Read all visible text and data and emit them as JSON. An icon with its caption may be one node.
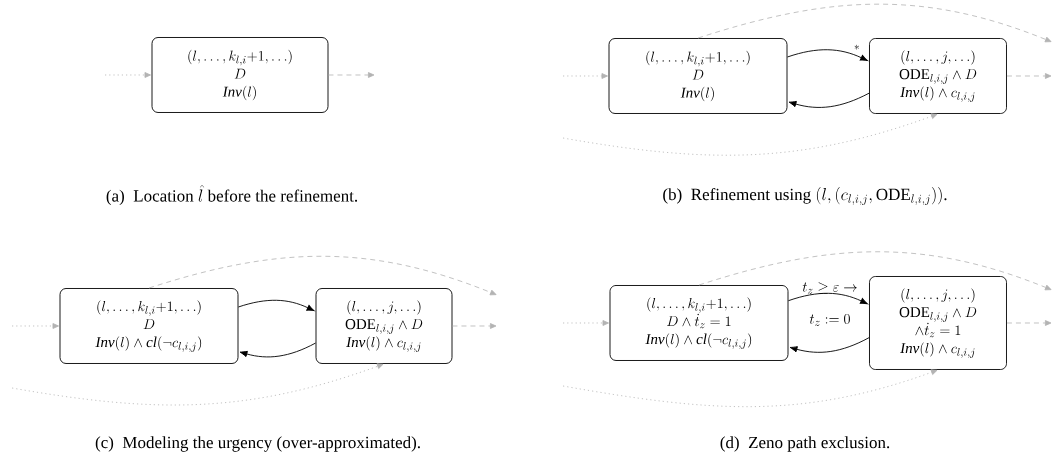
{
  "diagram": {
    "nodes": [
      {
        "text": [
          "(l,\\ldots,k_{l,i}{+}1,\\ldots)",
          "D",
          "\\mathit{Inv}(l)"
        ]
      },
      {
        "text": [
          "(l,\\ldots,k_{l,i}{+}1,\\ldots)",
          "D",
          "\\mathit{Inv}(l)"
        ]
      },
      {
        "text": [
          "(l,\\ldots,j,\\ldots)",
          "\\mathrm{ODE}_{l,i,j}\\wedge D",
          "\\mathit{Inv}(l)\\wedge c_{l,i,j}"
        ]
      },
      {
        "text": [
          "(l,\\ldots,k_{l,i}{+}1,\\ldots)",
          "D",
          "\\mathit{Inv}(l)\\wedge \\mathit{cl}(\\neg c_{l,i,j})"
        ]
      },
      {
        "text": [
          "(l,\\ldots,j,\\ldots)",
          "\\mathrm{ODE}_{l,i,j}\\wedge D",
          "\\mathit{Inv}(l)\\wedge c_{l,i,j}"
        ]
      },
      {
        "text": [
          "(l,\\ldots,k_{l,i}{+}1,\\ldots)",
          "D\\wedge\\dot{t}_z=1",
          "\\mathit{Inv}(l)\\wedge \\mathit{cl}(\\neg c_{l,i,j})"
        ]
      },
      {
        "text": [
          "(l,\\ldots,j,\\ldots)",
          "\\mathrm{ODE}_{l,i,j}\\wedge D",
          "\\wedge\\dot{t}_z=1",
          "\\mathit{Inv}(l)\\wedge c_{l,i,j}"
        ]
      }
    ],
    "edges": [
      {
        "from": null,
        "to": 0,
        "arrow": "to",
        "style": "dashed",
        "color": "#b3b3b3"
      },
      {
        "from": 0,
        "to": null,
        "arrow": "to",
        "style": "dashed",
        "color": "#b3b3b3"
      },
      {
        "from": null,
        "to": 1,
        "arrow": "to",
        "style": "dashed",
        "color": "#b3b3b3"
      },
      {
        "from": 1,
        "to": 2,
        "arrow": "to",
        "label": "^{*}",
        "color": "#000000"
      },
      {
        "from": 2,
        "to": 1,
        "arrow": "to",
        "color": "#000000"
      },
      {
        "from": 2,
        "to": null,
        "arrow": "to",
        "style": "dashed",
        "color": "#b3b3b3"
      },
      {
        "from": 1,
        "to": null,
        "arrow": "to",
        "style": "dashed",
        "color": "#b3b3b3"
      },
      {
        "from": null,
        "to": 2,
        "arrow": "to",
        "style": "dashed",
        "color": "#b3b3b3"
      },
      {
        "from": null,
        "to": 3,
        "arrow": "to",
        "style": "dashed",
        "color": "#b3b3b3"
      },
      {
        "from": 3,
        "to": 4,
        "arrow": "to",
        "color": "#000000"
      },
      {
        "from": 4,
        "to": 3,
        "arrow": "to",
        "color": "#000000"
      },
      {
        "from": 4,
        "to": null,
        "arrow": "to",
        "style": "dashed",
        "color": "#b3b3b3"
      },
      {
        "from": 3,
        "to": null,
        "arrow": "to",
        "style": "dashed",
        "color": "#b3b3b3"
      },
      {
        "from": null,
        "to": 4,
        "arrow": "to",
        "style": "dashed",
        "color": "#b3b3b3"
      },
      {
        "from": null,
        "to": 5,
        "arrow": "to",
        "style": "dashed",
        "color": "#b3b3b3"
      },
      {
        "from": 5,
        "to": 6,
        "arrow": "to",
        "label": "t_z\\geq\\varepsilon\\rightarrow",
        "color": "#000000"
      },
      {
        "from": 6,
        "to": 5,
        "arrow": "to",
        "color": "#000000"
      },
      {
        "from": 6,
        "to": null,
        "arrow": "to",
        "style": "dashed",
        "color": "#b3b3b3"
      },
      {
        "from": 5,
        "to": null,
        "arrow": "to",
        "style": "dashed",
        "color": "#b3b3b3"
      },
      {
        "from": null,
        "to": 6,
        "arrow": "to",
        "style": "dashed",
        "color": "#b3b3b3"
      }
    ],
    "labels": [
      "t_z:=0",
      "\\text{(a)\\enspace Location }\\hat{l}\\text{ before the refinement.}",
      "\\text{(b)\\enspace Refinement using }(l,(c_{l,i,j},\\mathrm{ODE}_{l,i,j}))\\text{.}",
      "\\text{(c)\\enspace Modeling the urgency (over-approximated).}",
      "\\text{(d)\\enspace Zeno path exclusion.}"
    ]
  }
}
